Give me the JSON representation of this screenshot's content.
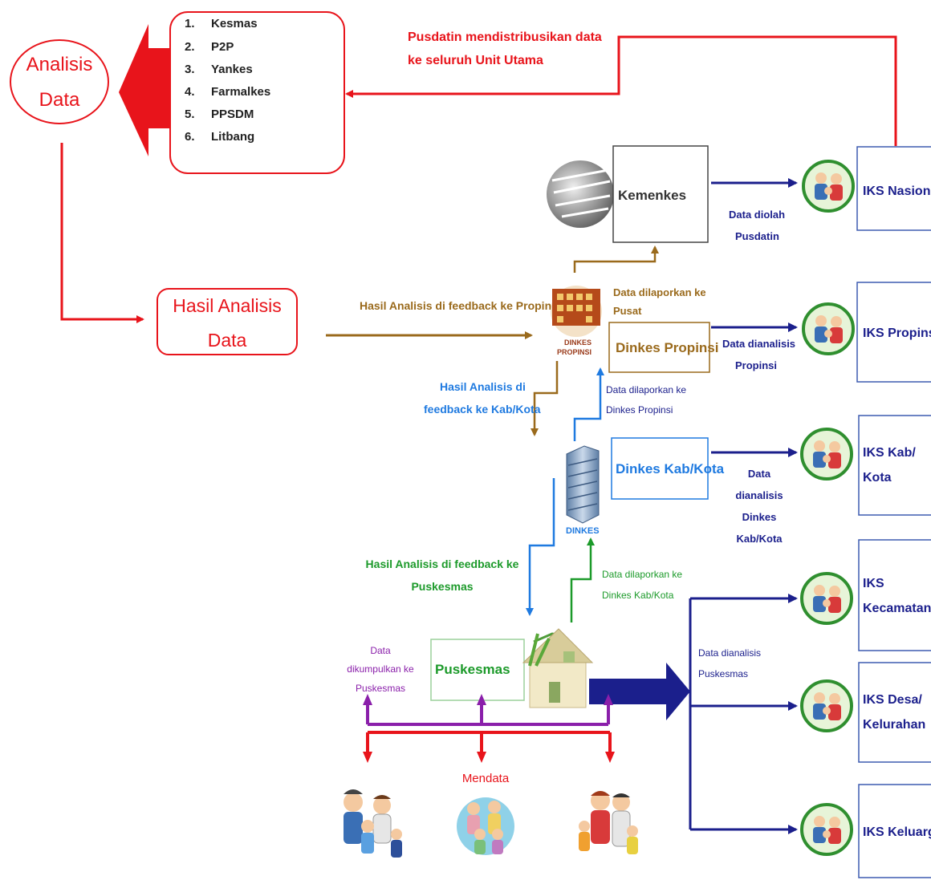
{
  "colors": {
    "red": "#e8141b",
    "navy": "#1b1f8c",
    "blue_light": "#1f7ae0",
    "brown": "#9a6a1c",
    "green": "#1c9a2a",
    "purple": "#8a1faa",
    "iks_box_border": "#3d5bb0",
    "icon_green": "#2f8f2f"
  },
  "analisis": {
    "title_line1": "Analisis",
    "title_line2": "Data"
  },
  "units": {
    "items": [
      {
        "num": "1.",
        "label": "Kesmas"
      },
      {
        "num": "2.",
        "label": "P2P"
      },
      {
        "num": "3.",
        "label": "Yankes"
      },
      {
        "num": "4.",
        "label": "Farmalkes"
      },
      {
        "num": "5.",
        "label": "PPSDM"
      },
      {
        "num": "6.",
        "label": "Litbang"
      }
    ]
  },
  "pusdatin_note": {
    "line1": "Pusdatin mendistribusikan data",
    "line2": "ke seluruh Unit Utama"
  },
  "hasil_analisis": {
    "line1": "Hasil Analisis",
    "line2": "Data"
  },
  "kemenkes": {
    "label": "Kemenkes"
  },
  "data_diolah": {
    "line1": "Data diolah",
    "line2": "Pusdatin"
  },
  "hasil_propinsi_label": "Hasil Analisis di feedback ke Propinsi",
  "data_dilaporkan_pusat": {
    "line1": "Data dilaporkan ke",
    "line2": "Pusat"
  },
  "dinkes_propinsi": {
    "label": "Dinkes Propinsi",
    "icon_caption_line1": "DINKES",
    "icon_caption_line2": "PROPINSI"
  },
  "data_dianalisis_propinsi": {
    "line1": "Data dianalisis",
    "line2": "Propinsi"
  },
  "hasil_kabkota": {
    "line1": "Hasil Analisis di",
    "line2": "feedback ke Kab/Kota"
  },
  "data_dilaporkan_propinsi": {
    "line1": "Data dilaporkan ke",
    "line2": "Dinkes Propinsi"
  },
  "dinkes_kabkota": {
    "label": "Dinkes Kab/Kota",
    "icon_caption": "DINKES"
  },
  "data_dianalisis_kabkota": {
    "line1": "Data",
    "line2": "dianalisis",
    "line3": "Dinkes",
    "line4": "Kab/Kota"
  },
  "hasil_puskesmas": {
    "line1": "Hasil Analisis di feedback ke",
    "line2": "Puskesmas"
  },
  "data_dilaporkan_kabkota": {
    "line1": "Data dilaporkan ke",
    "line2": "Dinkes Kab/Kota"
  },
  "puskesmas": {
    "label": "Puskesmas"
  },
  "data_dikumpulkan": {
    "line1": "Data",
    "line2": "dikumpulkan ke",
    "line3": "Puskesmas"
  },
  "data_dianalisis_puskesmas": {
    "line1": "Data dianalisis",
    "line2": "Puskesmas"
  },
  "mendata": "Mendata",
  "iks": {
    "nasional": "IKS Nasional",
    "propinsi": "IKS Propinsi",
    "kabkota_line1": "IKS Kab/",
    "kabkota_line2": "Kota",
    "kecamatan_line1": "IKS",
    "kecamatan_line2": "Kecamatan",
    "desa_line1": "IKS Desa/",
    "desa_line2": "Kelurahan",
    "keluarga": "IKS Keluarga"
  }
}
